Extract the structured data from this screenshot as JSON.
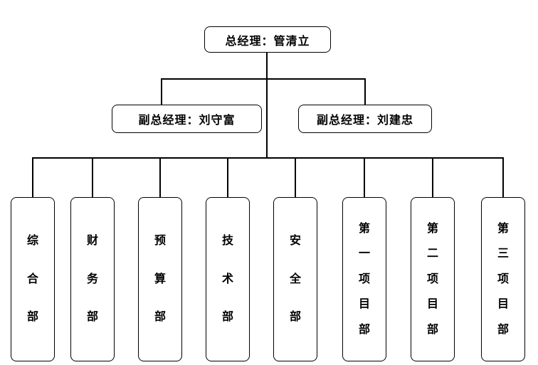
{
  "org_chart": {
    "general_manager": {
      "label": "总经理：管清立"
    },
    "deputy_managers": [
      {
        "label": "副总经理：刘守富"
      },
      {
        "label": "副总经理：刘建忠"
      }
    ],
    "departments": [
      {
        "label": "综合部"
      },
      {
        "label": "财务部"
      },
      {
        "label": "预算部"
      },
      {
        "label": "技术部"
      },
      {
        "label": "安全部"
      },
      {
        "label": "第一项目部"
      },
      {
        "label": "第二项目部"
      },
      {
        "label": "第三项目部"
      }
    ]
  },
  "colors": {
    "line": "#000000",
    "border": "#000000",
    "text": "#000000",
    "background": "#ffffff"
  }
}
